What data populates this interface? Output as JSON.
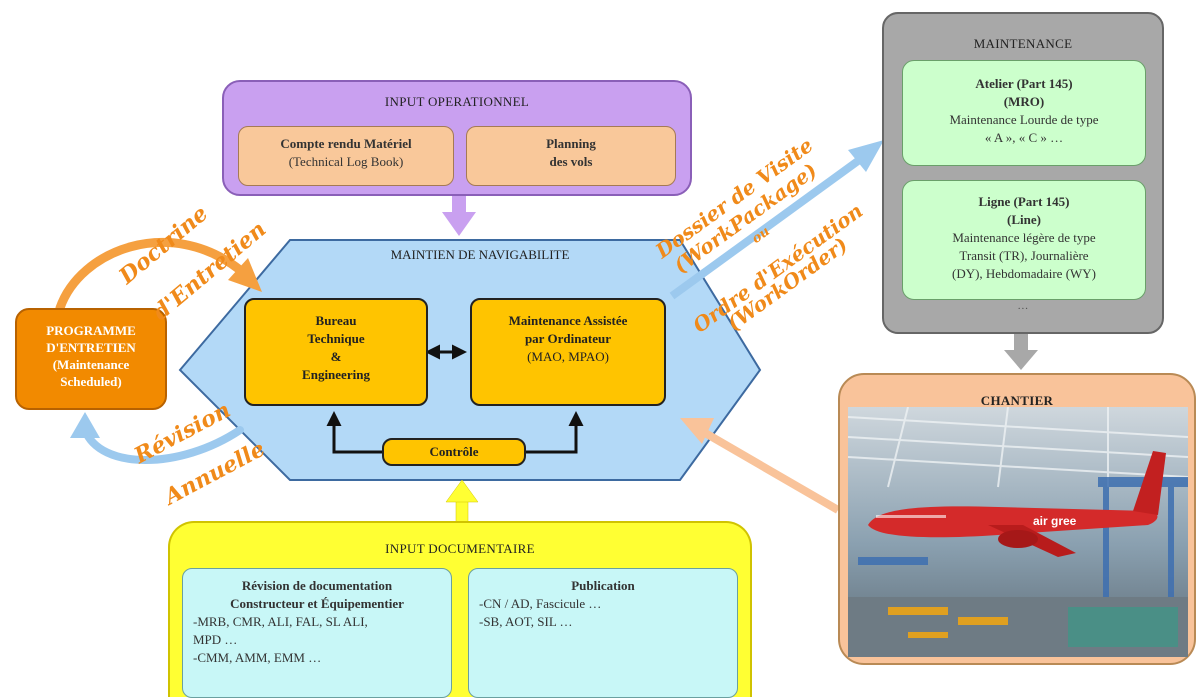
{
  "input_operationnel": {
    "title": "INPUT OPERATIONNEL",
    "box1": {
      "line1": "Compte rendu Matériel",
      "line2": "(Technical Log Book)"
    },
    "box2": {
      "line1": "Planning",
      "line2": "des vols"
    }
  },
  "maintien": {
    "title": "MAINTIEN DE NAVIGABILITE",
    "bureau": {
      "line1": "Bureau",
      "line2": "Technique",
      "line3": "&",
      "line4": "Engineering"
    },
    "mao": {
      "line1": "Maintenance Assistée",
      "line2": "par Ordinateur",
      "line3": "(MAO, MPAO)"
    },
    "controle": "Contrôle"
  },
  "input_documentaire": {
    "title": "INPUT DOCUMENTAIRE",
    "box1": {
      "line1": "Révision de documentation",
      "line2": "Constructeur et Équipementier",
      "line3": "-MRB, CMR, ALI, FAL, SL ALI,",
      "line4": "MPD …",
      "line5": "-CMM, AMM, EMM …"
    },
    "box2": {
      "line1": "Publication",
      "line2": "-CN / AD,  Fascicule …",
      "line3": "-SB, AOT, SIL …"
    }
  },
  "maintenance": {
    "title": "MAINTENANCE",
    "atelier": {
      "line1": "Atelier (Part 145)",
      "line2": "(MRO)",
      "line3": "Maintenance Lourde de type",
      "line4": "« A », « C » …"
    },
    "ligne": {
      "line1": "Ligne (Part 145)",
      "line2": "(Line)",
      "line3": "Maintenance légère de type",
      "line4": "Transit (TR), Journalière",
      "line5": "(DY),  Hebdomadaire (WY)",
      "line6": "…"
    }
  },
  "chantier": {
    "title": "CHANTIER",
    "plane_text": "air gree"
  },
  "programme": {
    "line1": "PROGRAMME",
    "line2": "D'ENTRETIEN",
    "line3": "(Maintenance",
    "line4": "Scheduled)"
  },
  "labels": {
    "doctrine1": "Doctrine",
    "doctrine2": "d'Entretien",
    "revision1": "Révision",
    "revision2": "Annuelle",
    "dossier1": "Dossier de Visite",
    "dossier2": "(WorkPackage)",
    "ou": "ou",
    "ordre1": "Ordre d'Exécution",
    "ordre2": "(WorkOrder)"
  },
  "colors": {
    "operationnel": "#c9a0f0",
    "maintien": "#b3d9f7",
    "documentaire": "#ffff33",
    "maintenance": "#a8a8a8",
    "chantier": "#f9c39a",
    "programme": "#f28a00",
    "orange_text": "#f08a1a",
    "blue_arrow": "#9cc9ee"
  }
}
